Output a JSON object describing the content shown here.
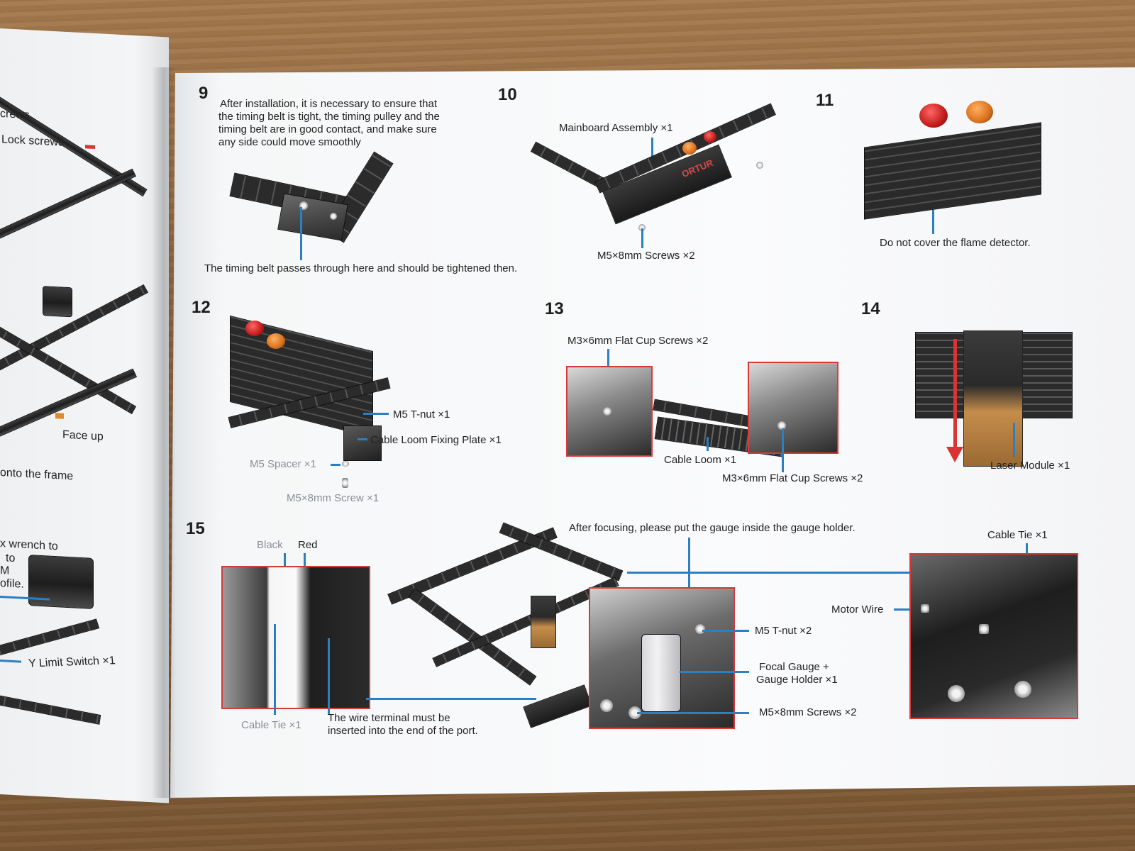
{
  "left_page": {
    "line1": "crews",
    "line2": "Lock screws",
    "face_up": "Face up",
    "onto_frame": "onto the frame",
    "wrench_1": "x wrench to",
    "wrench_2": "to",
    "wrench_3": "M",
    "wrench_4": "ofile.",
    "y_limit": "Y Limit Switch ×1"
  },
  "steps": {
    "s9": {
      "number": "9",
      "instruction": [
        "After installation, it is necessary to ensure that",
        "the timing belt is tight, the timing pulley and the",
        "timing belt are in good contact, and make sure",
        "any side  could move smoothly"
      ],
      "caption": "The timing belt passes through here and should be tightened then."
    },
    "s10": {
      "number": "10",
      "mainboard": "Mainboard Assembly ×1",
      "screws": "M5×8mm Screws ×2",
      "brand": "ORTUR"
    },
    "s11": {
      "number": "11",
      "caption": "Do not cover the flame detector."
    },
    "s12": {
      "number": "12",
      "tnut": "M5 T-nut ×1",
      "plate": "Cable Loom Fixing Plate ×1",
      "spacer": "M5 Spacer ×1",
      "screw": "M5×8mm Screw ×1"
    },
    "s13": {
      "number": "13",
      "top_screws": "M3×6mm Flat Cup Screws ×2",
      "cable_loom": "Cable Loom ×1",
      "bottom_screws": "M3×6mm Flat Cup Screws ×2"
    },
    "s14": {
      "number": "14",
      "laser": "Laser Module ×1"
    },
    "s15": {
      "number": "15",
      "black": "Black",
      "red": "Red",
      "cable_tie_left": "Cable Tie ×1",
      "terminal_1": "The wire terminal must be",
      "terminal_2": "inserted into the end of the port.",
      "focus_note": "After focusing, please put the gauge inside the gauge holder.",
      "tnut": "M5 T-nut ×2",
      "gauge_1": "Focal Gauge +",
      "gauge_2": "Gauge Holder ×1",
      "screws": "M5×8mm Screws ×2",
      "cable_tie_right": "Cable Tie ×1",
      "motor_wire": "Motor Wire"
    }
  },
  "colors": {
    "leader": "#2c7fc1",
    "highlight_border": "#d8393a",
    "paper": "#f6f7f8"
  }
}
